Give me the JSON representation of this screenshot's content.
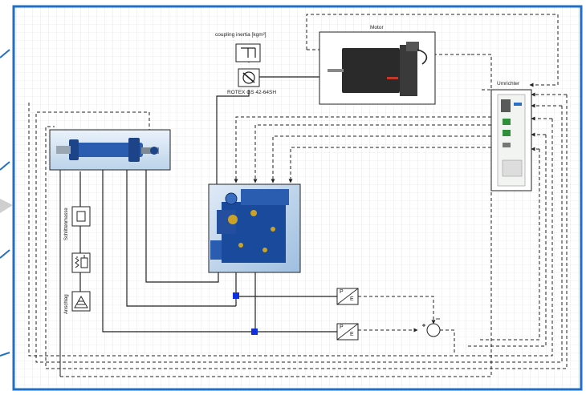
{
  "labels": {
    "coupling_inertia": "coupling inertia [kgm²]",
    "rotex": "ROTEX GS 42-64SH",
    "motor": "Motor",
    "umrichter": "Umrichter",
    "schlittenmasse": "Schlittenmasse",
    "anschlag": "Anschlag",
    "pe_p": "P",
    "pe_e": "E"
  },
  "colors": {
    "frame": "#1f6fc5",
    "grid": "#d9d9d9",
    "line": "#222222",
    "junction": "#1030e0",
    "valve_blue": "#1a4a9c",
    "cylinder_blue": "#2a5db0"
  },
  "icons": [
    "coupling-inertia-icon",
    "coupling-icon",
    "mass-icon",
    "spring-damper-icon",
    "end-stop-icon",
    "summing-junction-icon"
  ]
}
